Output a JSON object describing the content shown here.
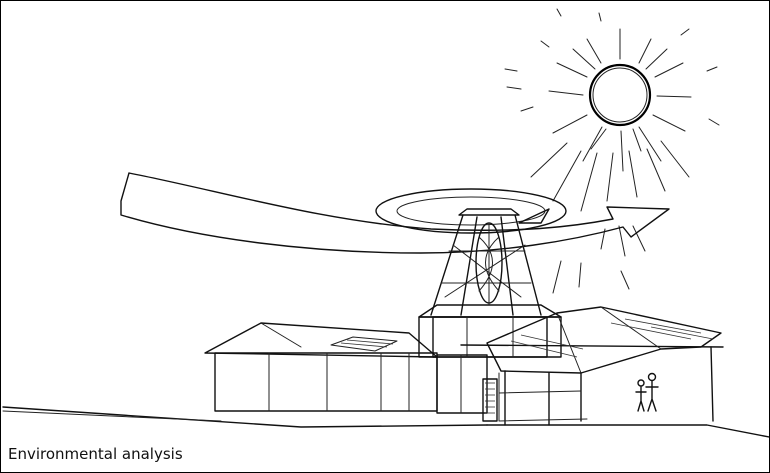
{
  "figure": {
    "caption": "Environmental analysis"
  },
  "elements": {
    "sun": "sun-icon",
    "airflow_arrow": "wind-arrow",
    "swirl": "air-swirl",
    "turbine_tower": "wind-turbine-tower",
    "buildings": "building-group",
    "people": "figures"
  }
}
